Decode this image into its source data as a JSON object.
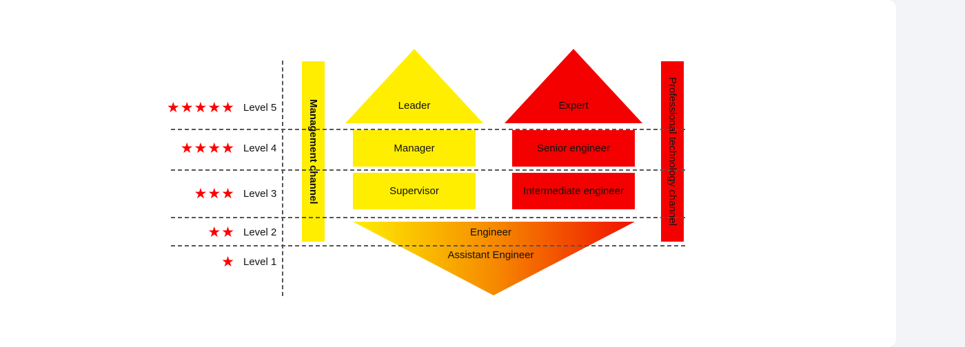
{
  "colors": {
    "management": "#ffee00",
    "professional": "#f40000",
    "gradient_start": "#ffee00",
    "gradient_mid": "#f68a00",
    "gradient_end": "#f01000",
    "star": "#ff0000",
    "page_background": "#f3f4f8",
    "card_background": "#ffffff"
  },
  "levels": [
    {
      "label": "Level 5",
      "stars": 5,
      "star_icon": "star-icon"
    },
    {
      "label": "Level 4",
      "stars": 4,
      "star_icon": "star-icon"
    },
    {
      "label": "Level 3",
      "stars": 3,
      "star_icon": "star-icon"
    },
    {
      "label": "Level 2",
      "stars": 2,
      "star_icon": "star-icon"
    },
    {
      "label": "Level 1",
      "stars": 1,
      "star_icon": "star-icon"
    }
  ],
  "channels": {
    "management": "Management channel",
    "professional": "Professional technology channel"
  },
  "management_track": {
    "top": "Leader",
    "level4": "Manager",
    "level3": "Supervisor"
  },
  "professional_track": {
    "top": "Expert",
    "level4": "Senior engineer",
    "level3": "Intermediate engineer"
  },
  "shared_base": {
    "level2": "Engineer",
    "level1": "Assistant Engineer"
  }
}
